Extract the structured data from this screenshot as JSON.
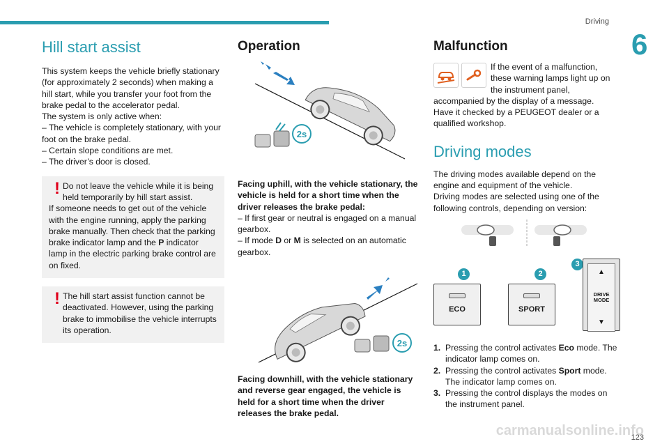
{
  "header": {
    "section": "Driving",
    "chapter": "6"
  },
  "col1": {
    "title": "Hill start assist",
    "intro": "This system keeps the vehicle briefly stationary (for approximately 2 seconds) when making a hill start, while you transfer your foot from the brake pedal to the accelerator pedal.",
    "active_when": "The system is only active when:",
    "conditions": [
      "– The vehicle is completely stationary, with your foot on the brake pedal.",
      "– Certain slope conditions are met.",
      "– The driver’s door is closed."
    ],
    "warn1_first": "Do not leave the vehicle while it is being held temporarily by hill start assist.",
    "warn1_rest_a": "If someone needs to get out of the vehicle with the engine running, apply the parking brake manually. Then check that the parking brake indicator lamp and the ",
    "warn1_p": "P",
    "warn1_rest_b": " indicator lamp in the electric parking brake control are on fixed.",
    "warn2_first": "The hill start assist function cannot be deactivated. However, using the parking brake to immobilise the vehicle interrupts its operation."
  },
  "col2": {
    "title": "Operation",
    "badge": "2s",
    "uphill_caption": "Facing uphill, with the vehicle stationary, the vehicle is held for a short time when the driver releases the brake pedal:",
    "uphill_item1": "– If first gear or neutral is engaged on a manual gearbox.",
    "uphill_item2_a": "– If mode ",
    "uphill_item2_d": "D",
    "uphill_item2_or": " or ",
    "uphill_item2_m": "M",
    "uphill_item2_b": " is selected on an automatic gearbox.",
    "downhill_caption": "Facing downhill, with the vehicle stationary and reverse gear engaged, the vehicle is held for a short time when the driver releases the brake pedal."
  },
  "col3": {
    "title1": "Malfunction",
    "malfunction_text": "If the event of a malfunction, these warning lamps light up on the instrument panel, accompanied by the display of a message.",
    "dealer_text": "Have it checked by a PEUGEOT dealer or a qualified workshop.",
    "title2": "Driving modes",
    "modes_intro1": "The driving modes available depend on the engine and equipment of the vehicle.",
    "modes_intro2": "Driving modes are selected using one of the following controls, depending on version:",
    "controls": {
      "eco": "ECO",
      "sport": "SPORT",
      "drive1": "DRIVE",
      "drive2": "MODE",
      "b1": "1",
      "b2": "2",
      "b3": "3"
    },
    "items": [
      {
        "num": "1.",
        "a": "Pressing the control activates ",
        "bold": "Eco",
        "b": " mode. The indicator lamp comes on."
      },
      {
        "num": "2.",
        "a": "Pressing the control activates ",
        "bold": "Sport",
        "b": " mode. The indicator lamp comes on."
      },
      {
        "num": "3.",
        "a": "Pressing the control displays the modes on the instrument panel.",
        "bold": "",
        "b": ""
      }
    ]
  },
  "footer": {
    "page": "123",
    "watermark": "carmanualsonline.info"
  },
  "colors": {
    "accent": "#2a9db0",
    "warning": "#e0001b",
    "lamp": "#e06020"
  }
}
